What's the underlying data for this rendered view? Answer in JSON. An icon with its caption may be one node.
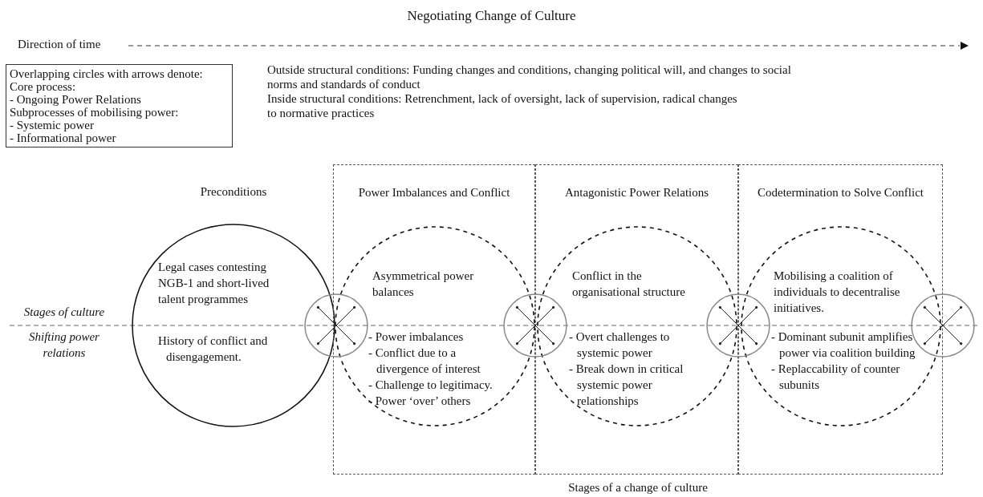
{
  "diagram": {
    "title": "Negotiating Change of Culture",
    "nodes": [
      {
        "text": [
          "Overlapping circles with arrows denote:",
          "Core process:",
          "- Ongoing Power Relations",
          "Subprocesses of mobilising power:",
          "- Systemic power",
          "- Informational power"
        ]
      },
      {
        "text": [
          "Legal cases contesting NGB-1 and short-lived talent programmes",
          "History of conflict and disengagement."
        ],
        "beside": [
          "Preconditions"
        ]
      },
      {
        "text": [
          "Power Imbalances and Conflict"
        ]
      },
      {
        "text": [
          "Asymmetrical power balances",
          "- Power imbalances",
          "- Conflict due to a divergence of interest",
          "- Challenge to legitimacy.",
          "- Power ‘over’ others"
        ],
        "in": 2
      },
      {
        "text": [
          "Antagonistic Power Relations"
        ]
      },
      {
        "text": [
          "Conflict in the organisational structure",
          "- Overt challenges to systemic power",
          "- Break down in critical systemic power relationships"
        ],
        "in": 4
      },
      {
        "text": [
          "Codetermination to Solve Conflict"
        ]
      },
      {
        "text": [
          "Mobilising a coalition of individuals to decentralise initiatives.",
          "- Dominant subunit amplifies power via coalition building",
          "- Replaccability of counter subunits"
        ],
        "in": 6
      },
      {
        "text": [],
        "shape": "circle"
      },
      {
        "text": [],
        "shape": "circle"
      },
      {
        "text": [],
        "shape": "circle"
      },
      {
        "text": [],
        "shape": "circle"
      }
    ],
    "edges": [],
    "labels": [
      "Direction of time",
      "Outside structural conditions: Funding changes and conditions, changing political will, and changes to social norms and standards of conduct",
      "Inside structural conditions: Retrenchment, lack of oversight, lack of supervision, radical changes to normative practices",
      "Stages of culture",
      "Shifting power relations",
      "Stages of a change of culture"
    ]
  }
}
